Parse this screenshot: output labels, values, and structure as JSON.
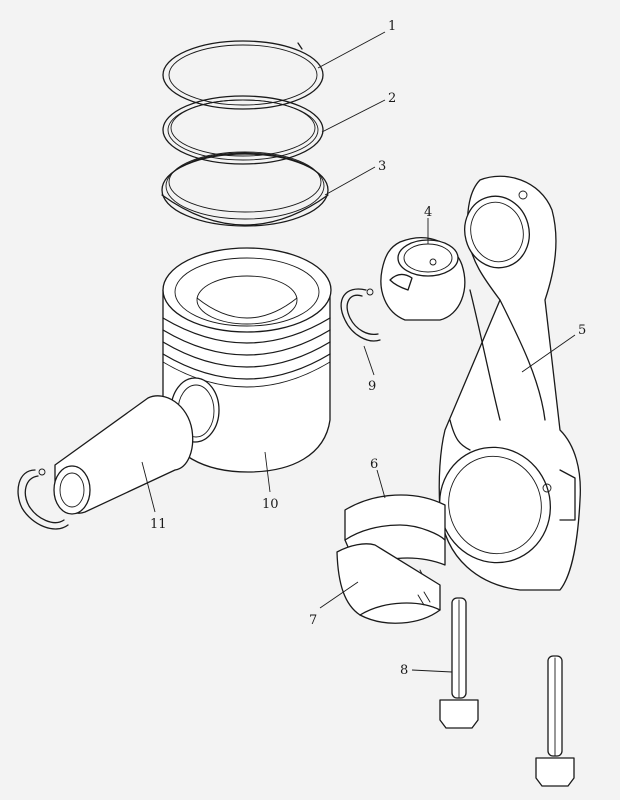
{
  "callouts": [
    {
      "id": "c1",
      "label": "1"
    },
    {
      "id": "c2",
      "label": "2"
    },
    {
      "id": "c3",
      "label": "3"
    },
    {
      "id": "c4",
      "label": "4"
    },
    {
      "id": "c5",
      "label": "5"
    },
    {
      "id": "c6",
      "label": "6"
    },
    {
      "id": "c7",
      "label": "7"
    },
    {
      "id": "c8",
      "label": "8"
    },
    {
      "id": "c9",
      "label": "9"
    },
    {
      "id": "c10",
      "label": "10"
    },
    {
      "id": "c11",
      "label": "11"
    }
  ],
  "colors": {
    "line": "#1a1a1a",
    "fill": "#ffffff",
    "background": "#f3f3f3"
  }
}
